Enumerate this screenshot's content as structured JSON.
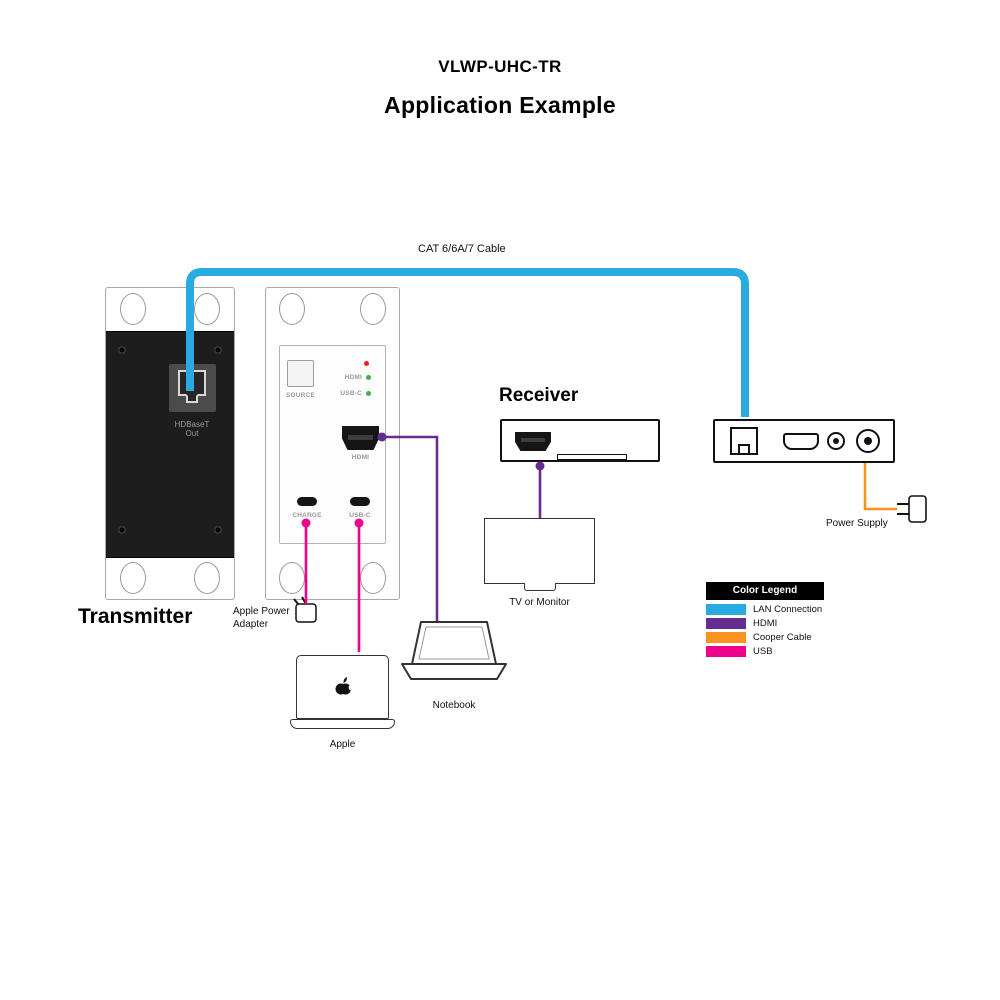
{
  "header": {
    "model": "VLWP-UHC-TR",
    "title": "Application Example"
  },
  "cables": {
    "cat_label": "CAT 6/6A/7 Cable"
  },
  "colors": {
    "lan": "#29ABE2",
    "hdmi": "#662D91",
    "copper": "#F7931E",
    "usb": "#EC008C"
  },
  "transmitter": {
    "label": "Transmitter",
    "port_line1": "HDBaseT",
    "port_line2": "Out"
  },
  "wallplate": {
    "source_button": "SOURCE",
    "led_hdmi": "HDMI",
    "led_usbc": "USB-C",
    "hdmi_port": "HDMI",
    "charge_port": "CHARGE",
    "usbc_port": "USB-C"
  },
  "receiver": {
    "heading": "Receiver"
  },
  "devices": {
    "power_supply": "Power Supply",
    "tv": "TV or Monitor",
    "notebook": "Notebook",
    "apple": "Apple",
    "adapter_line1": "Apple Power",
    "adapter_line2": "Adapter"
  },
  "legend": {
    "title": "Color Legend",
    "items": [
      {
        "label": "LAN Connection",
        "color": "#29ABE2"
      },
      {
        "label": "HDMI",
        "color": "#662D91"
      },
      {
        "label": "Cooper Cable",
        "color": "#F7931E"
      },
      {
        "label": "USB",
        "color": "#EC008C"
      }
    ]
  }
}
